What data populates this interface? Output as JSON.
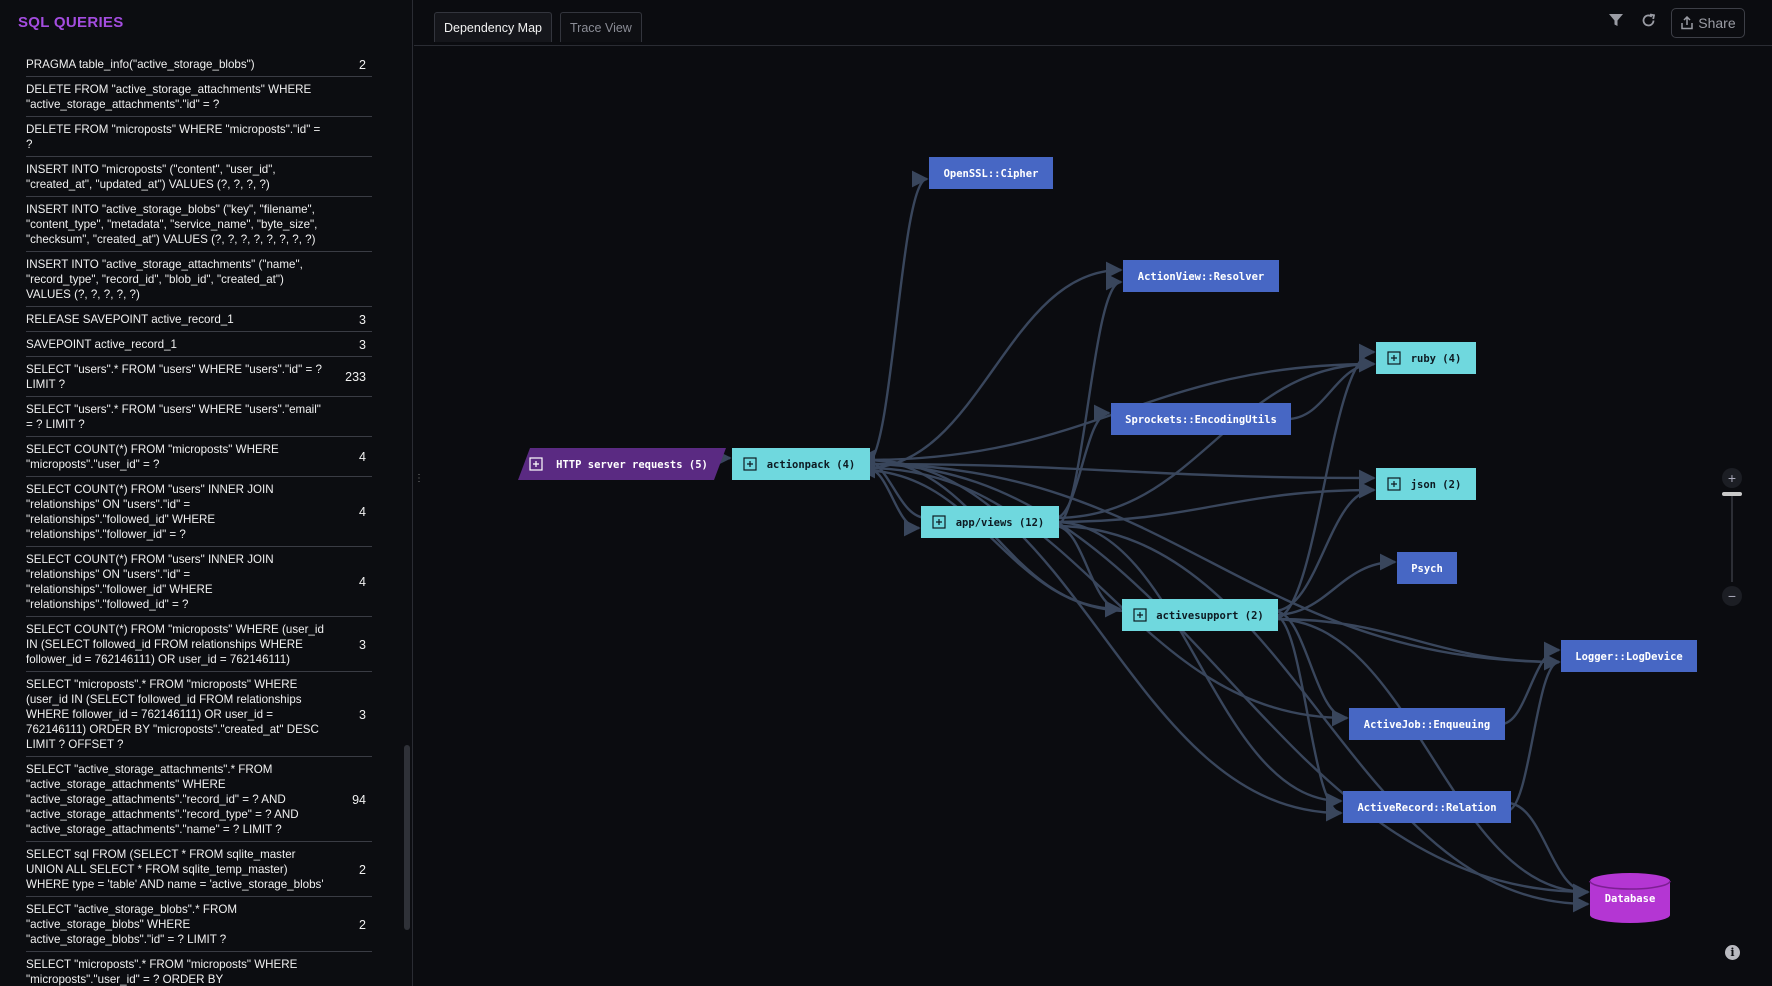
{
  "panel": {
    "title": "SQL QUERIES",
    "queries": [
      {
        "sql": "PRAGMA table_info(\"active_storage_blobs\")",
        "count": "2"
      },
      {
        "sql": "DELETE FROM \"active_storage_attachments\" WHERE \"active_storage_attachments\".\"id\" = ?",
        "count": ""
      },
      {
        "sql": "DELETE FROM \"microposts\" WHERE \"microposts\".\"id\" = ?",
        "count": ""
      },
      {
        "sql": "INSERT INTO \"microposts\" (\"content\", \"user_id\", \"created_at\", \"updated_at\") VALUES (?, ?, ?, ?)",
        "count": ""
      },
      {
        "sql": "INSERT INTO \"active_storage_blobs\" (\"key\", \"filename\", \"content_type\", \"metadata\", \"service_name\", \"byte_size\", \"checksum\", \"created_at\") VALUES (?, ?, ?, ?, ?, ?, ?, ?)",
        "count": ""
      },
      {
        "sql": "INSERT INTO \"active_storage_attachments\" (\"name\", \"record_type\", \"record_id\", \"blob_id\", \"created_at\") VALUES (?, ?, ?, ?, ?)",
        "count": ""
      },
      {
        "sql": "RELEASE SAVEPOINT active_record_1",
        "count": "3"
      },
      {
        "sql": "SAVEPOINT active_record_1",
        "count": "3"
      },
      {
        "sql": "SELECT \"users\".* FROM \"users\" WHERE \"users\".\"id\" = ? LIMIT ?",
        "count": "233"
      },
      {
        "sql": "SELECT \"users\".* FROM \"users\" WHERE \"users\".\"email\" = ? LIMIT ?",
        "count": ""
      },
      {
        "sql": "SELECT COUNT(*) FROM \"microposts\" WHERE \"microposts\".\"user_id\" = ?",
        "count": "4"
      },
      {
        "sql": "SELECT COUNT(*) FROM \"users\" INNER JOIN \"relationships\" ON \"users\".\"id\" = \"relationships\".\"followed_id\" WHERE \"relationships\".\"follower_id\" = ?",
        "count": "4"
      },
      {
        "sql": "SELECT COUNT(*) FROM \"users\" INNER JOIN \"relationships\" ON \"users\".\"id\" = \"relationships\".\"follower_id\" WHERE \"relationships\".\"followed_id\" = ?",
        "count": "4"
      },
      {
        "sql": "SELECT COUNT(*) FROM \"microposts\" WHERE (user_id IN (SELECT followed_id FROM relationships WHERE follower_id = 762146111) OR user_id = 762146111)",
        "count": "3"
      },
      {
        "sql": "SELECT \"microposts\".* FROM \"microposts\" WHERE (user_id IN (SELECT followed_id FROM relationships WHERE follower_id = 762146111) OR user_id = 762146111) ORDER BY \"microposts\".\"created_at\" DESC LIMIT ? OFFSET ?",
        "count": "3"
      },
      {
        "sql": "SELECT \"active_storage_attachments\".* FROM \"active_storage_attachments\" WHERE \"active_storage_attachments\".\"record_id\" = ? AND \"active_storage_attachments\".\"record_type\" = ? AND \"active_storage_attachments\".\"name\" = ? LIMIT ?",
        "count": "94"
      },
      {
        "sql": "SELECT sql FROM (SELECT * FROM sqlite_master UNION ALL SELECT * FROM sqlite_temp_master) WHERE type = 'table' AND name = 'active_storage_blobs'",
        "count": "2"
      },
      {
        "sql": "SELECT \"active_storage_blobs\".* FROM \"active_storage_blobs\" WHERE \"active_storage_blobs\".\"id\" = ? LIMIT ?",
        "count": "2"
      },
      {
        "sql": "SELECT \"microposts\".* FROM \"microposts\" WHERE \"microposts\".\"user_id\" = ? ORDER BY \"microposts\".\"created_at\"",
        "count": ""
      }
    ]
  },
  "tabs": {
    "dependency": "Dependency Map",
    "trace": "Trace View"
  },
  "toolbar": {
    "share_label": "Share",
    "filter_icon": "filter-icon",
    "refresh_icon": "refresh-icon",
    "share_icon": "share-icon"
  },
  "zoom": {
    "in": "+",
    "out": "−"
  },
  "info_label": "i",
  "graph": {
    "colors": {
      "requests": "#5a2a82",
      "group": "#6fd8de",
      "module": "#4767c4",
      "database": "#b436d3",
      "edge": "#39465c"
    },
    "nodes": [
      {
        "id": "http",
        "label": "HTTP server requests (5)",
        "kind": "requests",
        "expand": true
      },
      {
        "id": "actionpack",
        "label": "actionpack (4)",
        "kind": "group",
        "expand": true
      },
      {
        "id": "appviews",
        "label": "app/views (12)",
        "kind": "group",
        "expand": true
      },
      {
        "id": "activesupport",
        "label": "activesupport (2)",
        "kind": "group",
        "expand": true
      },
      {
        "id": "ruby",
        "label": "ruby (4)",
        "kind": "group",
        "expand": true
      },
      {
        "id": "json",
        "label": "json (2)",
        "kind": "group",
        "expand": true
      },
      {
        "id": "openssl",
        "label": "OpenSSL::Cipher",
        "kind": "module",
        "expand": false
      },
      {
        "id": "resolver",
        "label": "ActionView::Resolver",
        "kind": "module",
        "expand": false
      },
      {
        "id": "sprockets",
        "label": "Sprockets::EncodingUtils",
        "kind": "module",
        "expand": false
      },
      {
        "id": "psych",
        "label": "Psych",
        "kind": "module",
        "expand": false
      },
      {
        "id": "logger",
        "label": "Logger::LogDevice",
        "kind": "module",
        "expand": false
      },
      {
        "id": "activejob",
        "label": "ActiveJob::Enqueuing",
        "kind": "module",
        "expand": false
      },
      {
        "id": "relation",
        "label": "ActiveRecord::Relation",
        "kind": "module",
        "expand": false
      },
      {
        "id": "database",
        "label": "Database",
        "kind": "database",
        "expand": false
      }
    ],
    "edges": [
      [
        "http",
        "actionpack"
      ],
      [
        "actionpack",
        "openssl"
      ],
      [
        "actionpack",
        "resolver"
      ],
      [
        "actionpack",
        "ruby"
      ],
      [
        "actionpack",
        "json"
      ],
      [
        "actionpack",
        "appviews"
      ],
      [
        "actionpack",
        "activesupport"
      ],
      [
        "actionpack",
        "logger"
      ],
      [
        "actionpack",
        "activejob"
      ],
      [
        "actionpack",
        "relation"
      ],
      [
        "actionpack",
        "database"
      ],
      [
        "appviews",
        "resolver"
      ],
      [
        "appviews",
        "sprockets"
      ],
      [
        "appviews",
        "json"
      ],
      [
        "appviews",
        "activesupport"
      ],
      [
        "appviews",
        "ruby"
      ],
      [
        "appviews",
        "relation"
      ],
      [
        "appviews",
        "database"
      ],
      [
        "appviews",
        "actionpack"
      ],
      [
        "sprockets",
        "ruby"
      ],
      [
        "activesupport",
        "ruby"
      ],
      [
        "activesupport",
        "json"
      ],
      [
        "activesupport",
        "psych"
      ],
      [
        "activesupport",
        "logger"
      ],
      [
        "activesupport",
        "activejob"
      ],
      [
        "activesupport",
        "relation"
      ],
      [
        "activesupport",
        "database"
      ],
      [
        "activesupport",
        "actionpack"
      ],
      [
        "activejob",
        "logger"
      ],
      [
        "relation",
        "logger"
      ],
      [
        "relation",
        "database"
      ]
    ]
  }
}
